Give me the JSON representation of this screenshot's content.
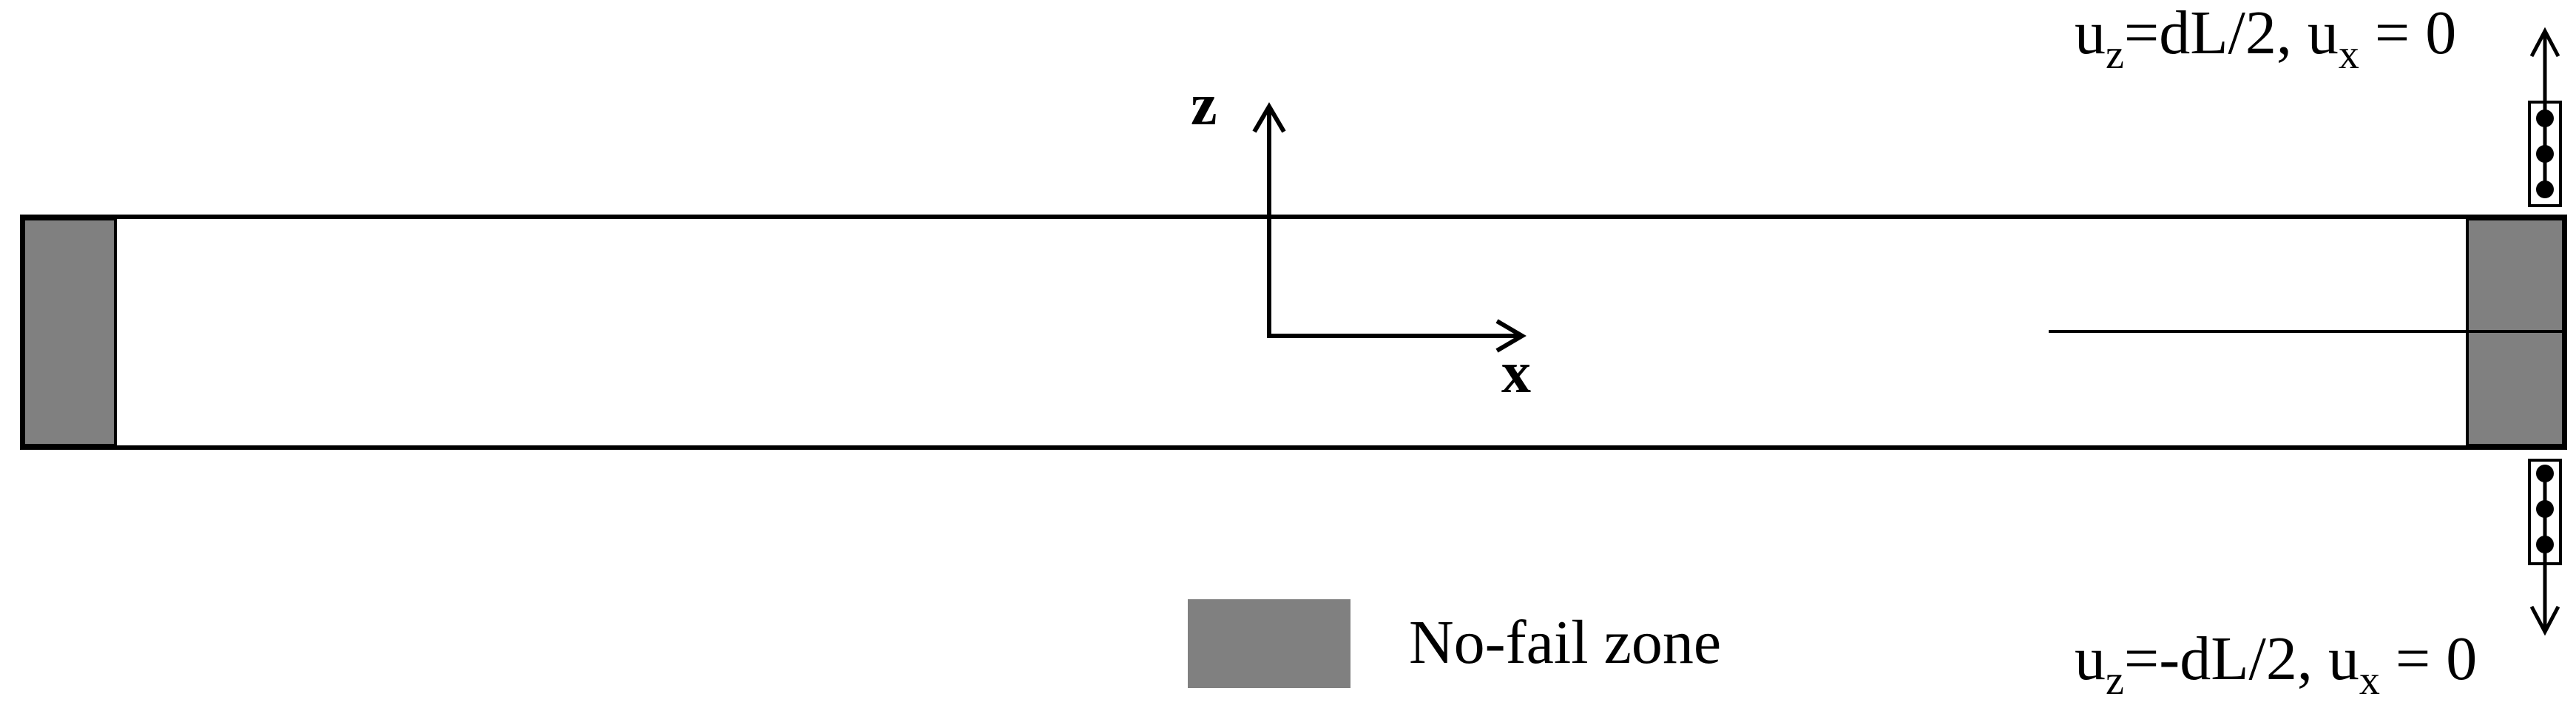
{
  "axes": {
    "z_label": "z",
    "x_label": "x"
  },
  "boundary_conditions": {
    "top": {
      "uz_base": "u",
      "uz_sub": "z",
      "uz_value": "=dL/2, u",
      "ux_sub": "x",
      "ux_value": " = 0"
    },
    "bottom": {
      "uz_base": "u",
      "uz_sub": "z",
      "uz_value": "=-dL/2, u",
      "ux_sub": "x",
      "ux_value": " = 0"
    }
  },
  "legend": {
    "label": "No-fail zone",
    "color": "#808080"
  },
  "colors": {
    "line": "#000000",
    "no_fail_zone": "#808080",
    "background": "#ffffff"
  }
}
